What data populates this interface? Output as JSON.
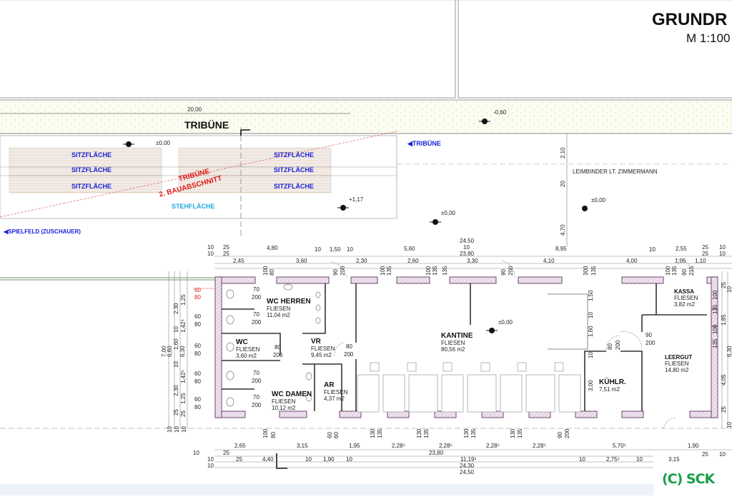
{
  "header": {
    "title": "GRUNDR",
    "scale": "M 1:100"
  },
  "tribune": {
    "title": "TRIBÜNE",
    "overall_width": "20,00",
    "seats": [
      "SITZFLÄCHE",
      "SITZFLÄCHE",
      "SITZFLÄCHE",
      "SITZFLÄCHE",
      "SITZFLÄCHE",
      "SITZFLÄCHE"
    ],
    "standing": "STEHFLÄCHE",
    "phase_line1": "TRIBÜNE",
    "phase_line2": "2. BAUABSCHNITT",
    "arrow_tribune": "TRIBÜNE",
    "arrow_spielfeld": "SPIELFELD (ZUSCHAUER)"
  },
  "levels": {
    "top": "-0,60",
    "seats": "±0,00",
    "stand": "+1,17",
    "outside1": "±0,00",
    "outside2": "±0,00",
    "kantine": "±0,00"
  },
  "beam_label": "LEIMBINDER LT. ZIMMERMANN",
  "vertical_dims": {
    "a": "2,10",
    "b": "20",
    "c": "4,70"
  },
  "rooms": [
    {
      "name": "WC HERREN",
      "finish": "FLIESEN",
      "area": "11,04 m2"
    },
    {
      "name": "WC",
      "finish": "FLIESEN",
      "area": "3,60 m2"
    },
    {
      "name": "VR",
      "finish": "FLIESEN",
      "area": "9,45 m2"
    },
    {
      "name": "AR",
      "finish": "FLIESEN",
      "area": "4,37 m2"
    },
    {
      "name": "WC DAMEN",
      "finish": "FLIESEN",
      "area": "10,12 m2"
    },
    {
      "name": "KANTINE",
      "finish": "FLIESEN",
      "area": "80,56 m2"
    },
    {
      "name": "KASSA",
      "finish": "FLIESEN",
      "area": "3,82 m2"
    },
    {
      "name": "KÜHLR.",
      "finish": "",
      "area": "7,51 m2"
    },
    {
      "name": "LEERGUT",
      "finish": "FLIESEN",
      "area": "14,80 m2"
    }
  ],
  "top_dims": {
    "row1": [
      "10",
      "25",
      "4,80",
      "10",
      "1,50",
      "10",
      "5,60",
      "24,50",
      "10",
      "23,80",
      "8,95",
      "10",
      "2,55",
      "25",
      "10"
    ],
    "row2": [
      "10",
      "25",
      "2,45",
      "3,60",
      "2,30",
      "2,60",
      "3,30",
      "4,10",
      "4,00",
      "1,05",
      "1,10",
      "25",
      "10"
    ],
    "openings": [
      "100",
      "80",
      "90",
      "200",
      "100",
      "135",
      "100",
      "135",
      "135",
      "90",
      "200",
      "300",
      "135",
      "100",
      "135",
      "90",
      "215"
    ]
  },
  "bottom_dims": {
    "row1": [
      "2,65",
      "3,15",
      "1,95",
      "2,28⁵",
      "2,28⁵",
      "2,28⁵",
      "2,28⁵",
      "5,70⁵",
      "1,90"
    ],
    "row2": [
      "10",
      "25",
      "4,40",
      "10",
      "1,90",
      "10",
      "23,80",
      "11,19⁵",
      "10",
      "2,75⁵",
      "10",
      "3,15",
      "25",
      "10"
    ],
    "row3": [
      "10",
      "25",
      "24,30",
      "10",
      "24,50"
    ],
    "openings": [
      "100",
      "80",
      "60",
      "60",
      "130",
      "135",
      "130",
      "135",
      "130",
      "135",
      "130",
      "135",
      "90",
      "200"
    ]
  },
  "left_dims": [
    "7,00",
    "6,60",
    "6,30",
    "2,30",
    "1,25",
    "1,42⁵",
    "10",
    "1,60",
    "10",
    "1,42⁵",
    "1,25",
    "2,30",
    "25",
    "25",
    "10",
    "10",
    "10"
  ],
  "fixtures": {
    "wc_w": "60",
    "wc_h": "80",
    "door_w": "70",
    "door_h": "200",
    "d80": "80",
    "d200": "200",
    "d90": "90"
  },
  "right_dims": [
    "10",
    "25",
    "100",
    "135",
    "1,85",
    "100",
    "135",
    "6,30",
    "4,05",
    "25",
    "10"
  ],
  "inner_dims": [
    "1,50",
    "10",
    "1,60",
    "10",
    "3,00"
  ],
  "logo": "(C) SCK",
  "colors": {
    "wall_fill": "#eadfe8",
    "wall_stroke": "#7a3d7c",
    "blue": "#1a22d8",
    "red": "#e01818",
    "cyan": "#22a8e0",
    "logo": "#18a04a"
  }
}
